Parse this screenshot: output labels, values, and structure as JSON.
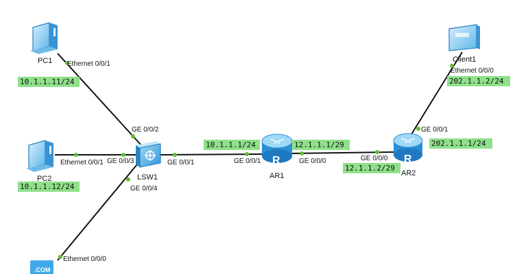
{
  "nodes": {
    "pc1": {
      "name": "PC1"
    },
    "pc2": {
      "name": "PC2"
    },
    "lsw1": {
      "name": "LSW1"
    },
    "ar1": {
      "name": "AR1",
      "glyph": "R"
    },
    "ar2": {
      "name": "AR2",
      "glyph": "R"
    },
    "client1": {
      "name": "Client1"
    },
    "server": {
      "name": "",
      "glyph": ".COM"
    }
  },
  "ports": {
    "pc1_eth": "Ethernet 0/0/1",
    "pc2_eth": "Ethernet 0/0/1",
    "lsw_ge2": "GE 0/0/2",
    "lsw_ge3": "GE 0/0/3",
    "lsw_ge4": "GE 0/0/4",
    "lsw_ge1": "GE 0/0/1",
    "ar1_ge1": "GE 0/0/1",
    "ar1_ge0": "GE 0/0/0",
    "ar2_ge0": "GE 0/0/0",
    "ar2_ge1": "GE 0/0/1",
    "client_eth": "Ethernet 0/0/0",
    "server_eth": "Ethernet 0/0/0"
  },
  "ips": {
    "pc1": "10.1.1.11/24",
    "pc2": "10.1.1.12/24",
    "ar1_lan": "10.1.1.1/24",
    "ar1_wan": "12.1.1.1/29",
    "ar2_wan": "12.1.1.2/29",
    "ar2_lan": "202.1.1.1/24",
    "client1": "202.1.1.2/24"
  },
  "colors": {
    "link": "#111111",
    "port": "#5fbf2e",
    "ip_label_bg": "#8fe08a",
    "device_blue": "#3fa9e8"
  }
}
